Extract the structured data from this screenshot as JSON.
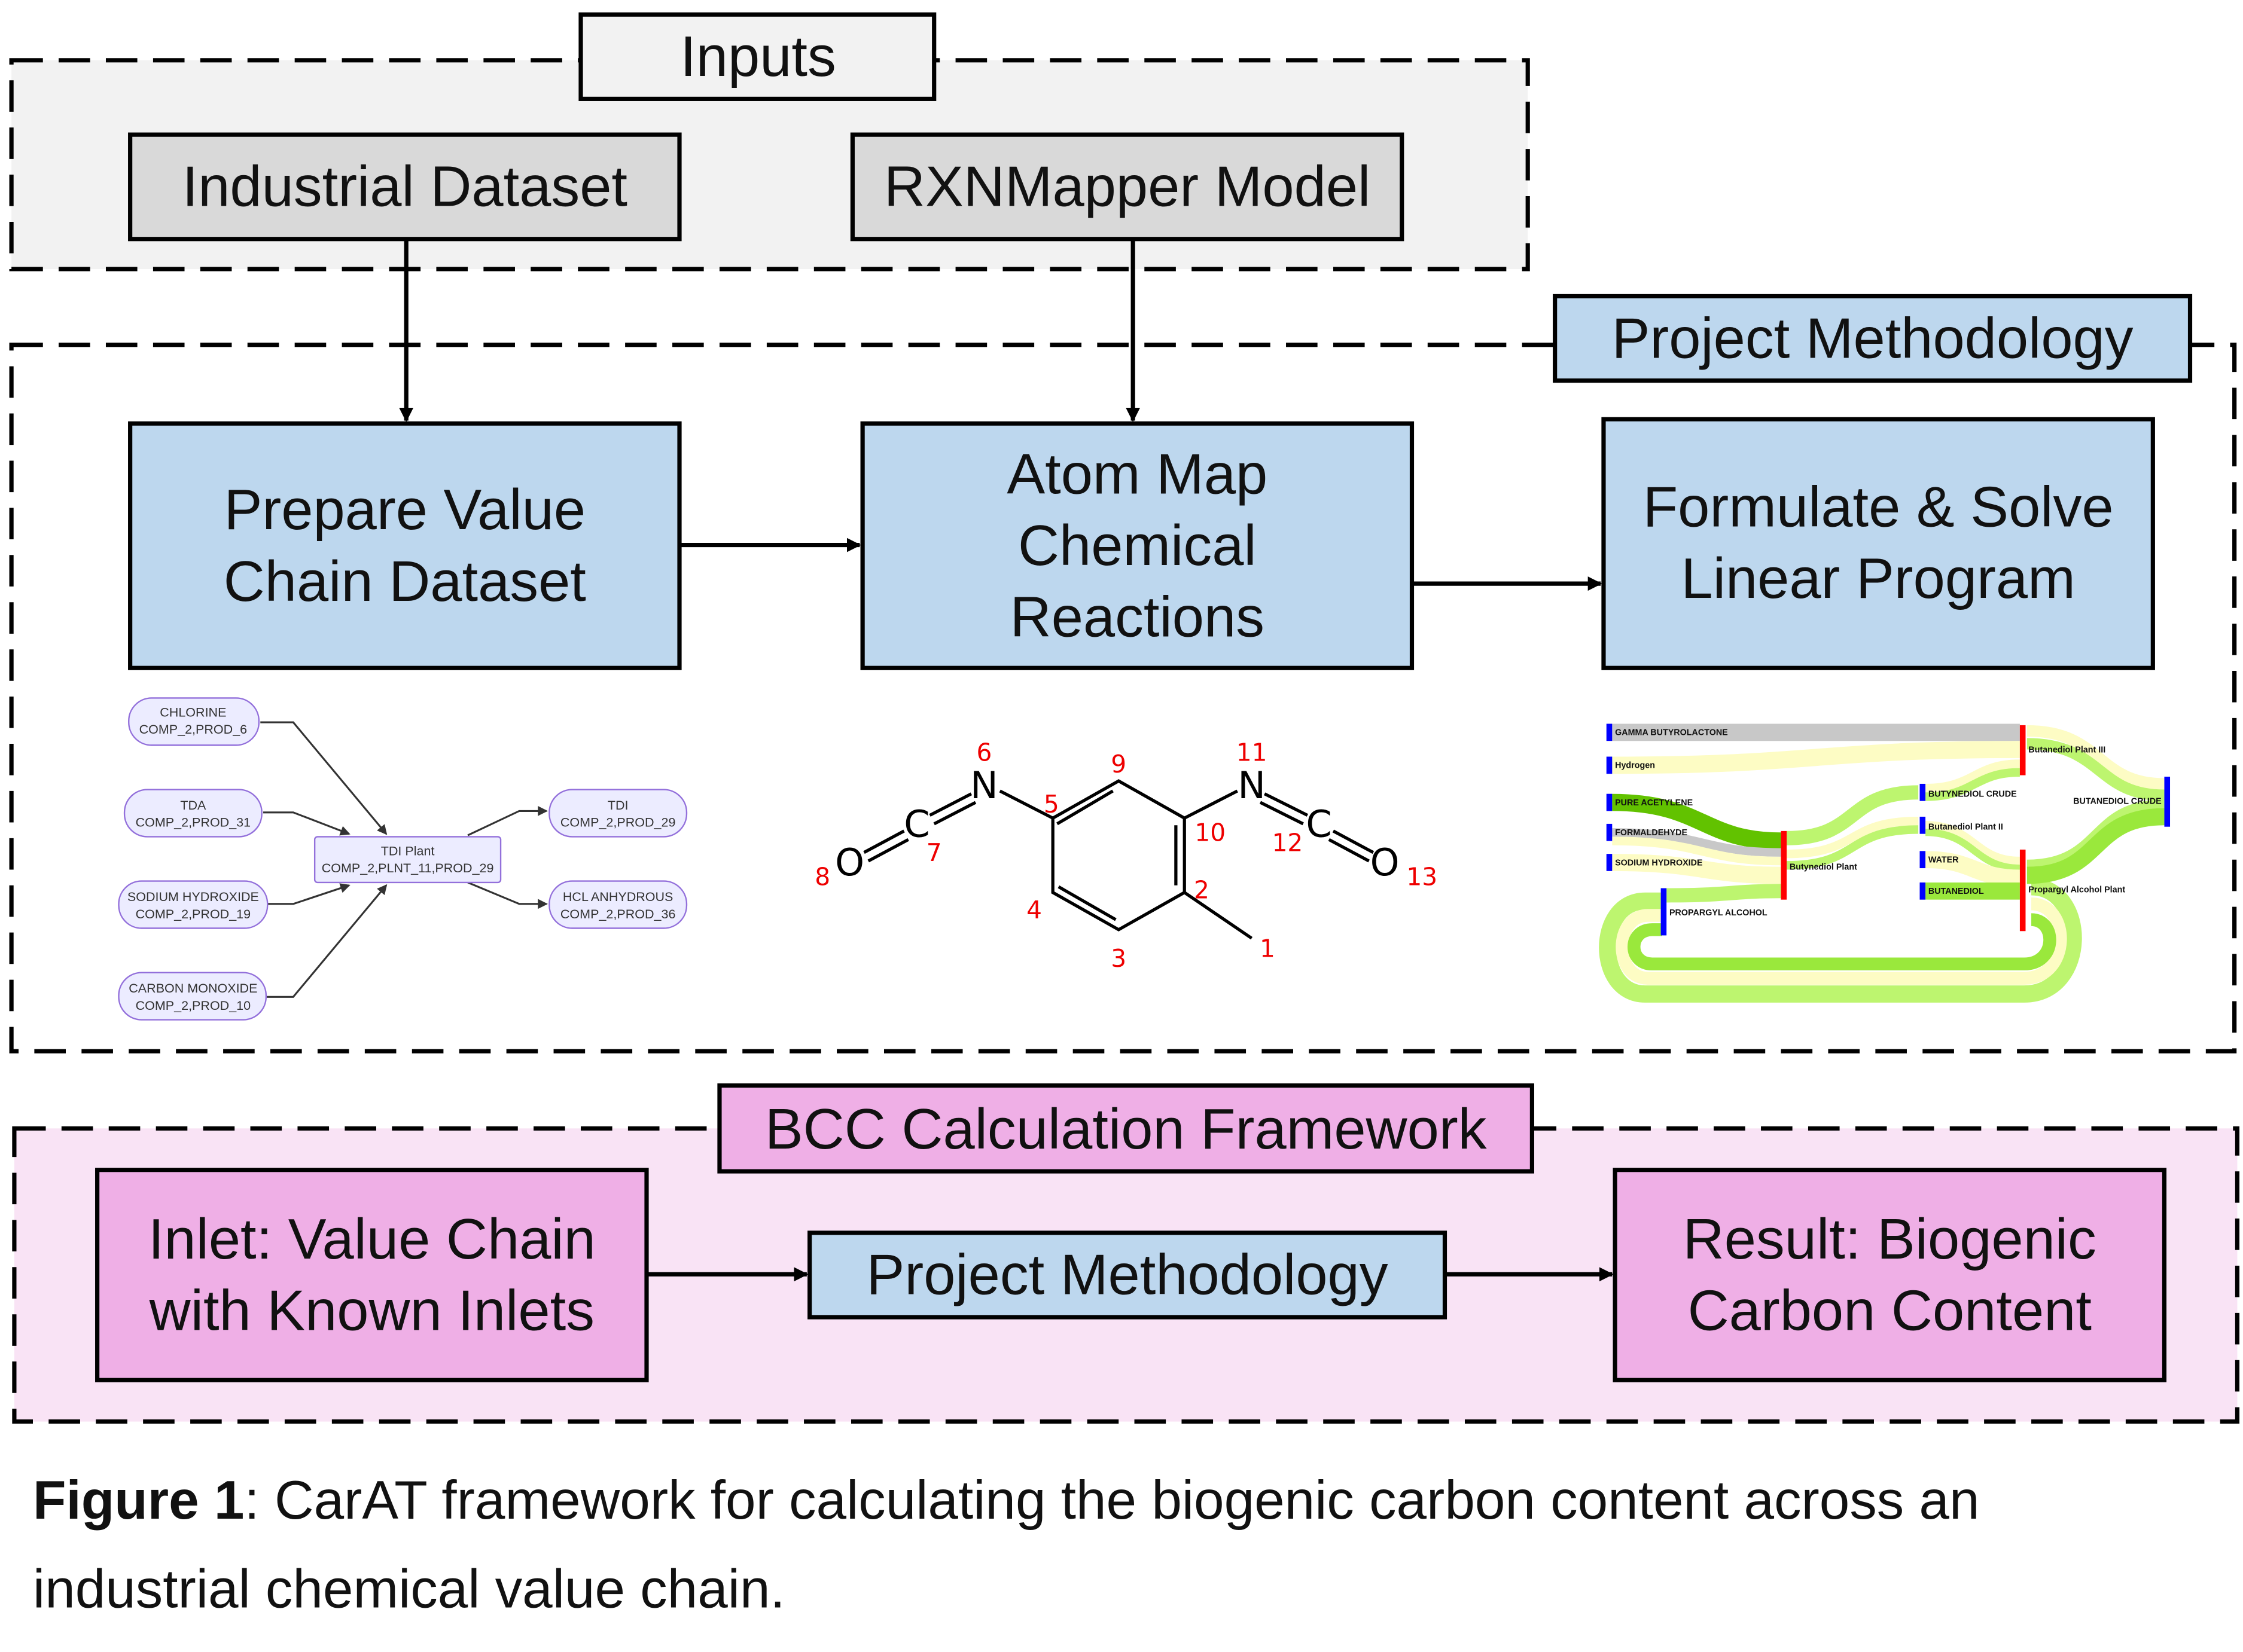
{
  "colors": {
    "inputs_bg": "#f2f2f2",
    "input_box": "#d9d9d9",
    "method_box": "#bdd7ee",
    "bcc_bg": "#f9e3f5",
    "bcc_box": "#efafe6",
    "graph_node": "#ececff",
    "graph_border": "#9370db",
    "atom_number": "#ff0000",
    "sankey_node": "#0000ff",
    "sankey_plant": "#ff0000"
  },
  "inputs": {
    "title": "Inputs",
    "industrial_dataset": "Industrial Dataset",
    "rxnmapper": "RXNMapper Model"
  },
  "methodology": {
    "title": "Project Methodology",
    "prepare": [
      "Prepare Value",
      "Chain Dataset"
    ],
    "atom_map": [
      "Atom Map",
      "Chemical",
      "Reactions"
    ],
    "formulate": [
      "Formulate & Solve",
      "Linear Program"
    ]
  },
  "graph": {
    "inputs": [
      {
        "name": "CHLORINE",
        "id": "COMP_2,PROD_6"
      },
      {
        "name": "TDA",
        "id": "COMP_2,PROD_31"
      },
      {
        "name": "SODIUM HYDROXIDE",
        "id": "COMP_2,PROD_19"
      },
      {
        "name": "CARBON MONOXIDE",
        "id": "COMP_2,PROD_10"
      }
    ],
    "plant": {
      "name": "TDI Plant",
      "id": "COMP_2,PLNT_11,PROD_29"
    },
    "outputs": [
      {
        "name": "TDI",
        "id": "COMP_2,PROD_29"
      },
      {
        "name": "HCL ANHYDROUS",
        "id": "COMP_2,PROD_36"
      }
    ]
  },
  "molecule": {
    "atoms": {
      "N": "N",
      "C": "C",
      "O": "O"
    },
    "numbers": [
      "1",
      "2",
      "3",
      "4",
      "5",
      "6",
      "7",
      "8",
      "9",
      "10",
      "11",
      "12",
      "13"
    ]
  },
  "sankey": {
    "nodes": [
      "GAMMA BUTYROLACTONE",
      "Hydrogen",
      "PURE ACETYLENE",
      "FORMALDEHYDE",
      "SODIUM HYDROXIDE",
      "PROPARGYL ALCOHOL",
      "Butynediol Plant",
      "BUTYNEDIOL CRUDE",
      "Butanediol Plant II",
      "WATER",
      "BUTANEDIOL",
      "Butanediol Plant III",
      "Propargyl Alcohol Plant",
      "BUTANEDIOL CRUDE"
    ],
    "link_colors": {
      "grey": "#c8c8c8",
      "yellow": "#fdfcc4",
      "lightgreen": "#bdf56f",
      "green": "#62c200",
      "midgreen": "#9ae83c"
    }
  },
  "bcc": {
    "title": "BCC Calculation Framework",
    "inlet": [
      "Inlet: Value Chain",
      "with Known Inlets"
    ],
    "method": "Project Methodology",
    "result": [
      "Result: Biogenic",
      "Carbon Content"
    ]
  },
  "caption": {
    "label": "Figure 1",
    "line1": ": CarAT framework for calculating the biogenic carbon content across an",
    "line2": "industrial chemical value chain."
  }
}
